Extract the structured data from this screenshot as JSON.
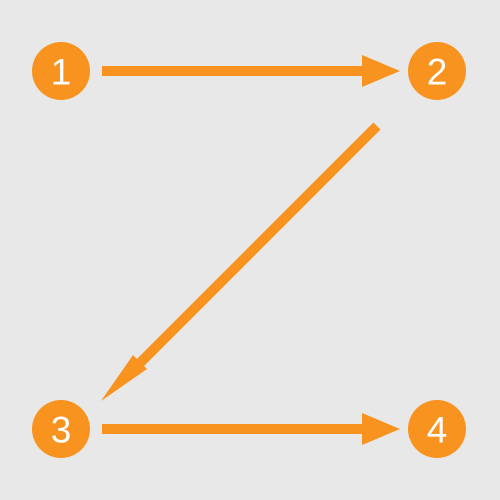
{
  "diagram": {
    "accent_color": "#f7931e",
    "background_color": "#e8e8e8",
    "nodes": [
      {
        "label": "1"
      },
      {
        "label": "2"
      },
      {
        "label": "3"
      },
      {
        "label": "4"
      }
    ],
    "edges": [
      {
        "from": "1",
        "to": "2",
        "icon": "arrow-right"
      },
      {
        "from": "2",
        "to": "3",
        "icon": "arrow-down-left"
      },
      {
        "from": "3",
        "to": "4",
        "icon": "arrow-right"
      }
    ]
  }
}
